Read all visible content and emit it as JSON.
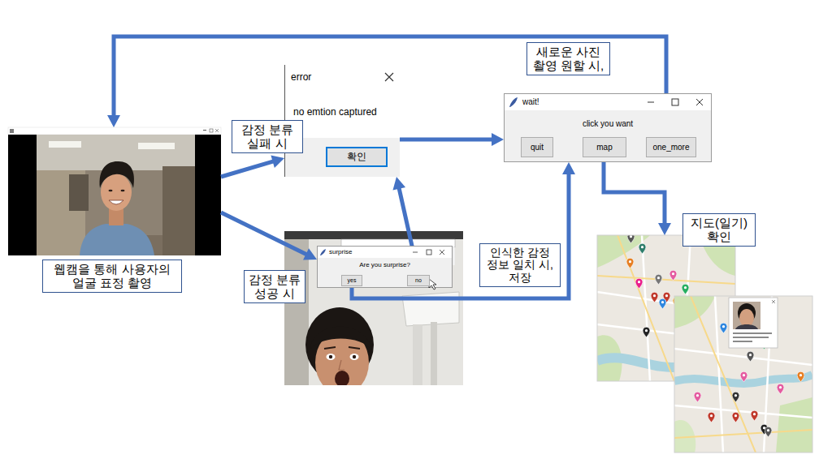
{
  "diagram": {
    "nodes": [
      {
        "text": [
          "웹캠을 통해 사용자의 얼굴 표정 촬영"
        ]
      },
      {
        "text": [
          "error",
          "no emtion captured"
        ]
      },
      {
        "text": [
          "확인"
        ],
        "in": 1
      },
      {
        "text": [
          "wait!",
          "click you want"
        ]
      },
      {
        "text": [
          "quit"
        ],
        "in": 3
      },
      {
        "text": [
          "map"
        ],
        "in": 3
      },
      {
        "text": [
          "one_more"
        ],
        "in": 3
      },
      {
        "text": [
          "surprise",
          "Are you surprise?"
        ]
      },
      {
        "text": [
          "yes"
        ],
        "in": 7
      },
      {
        "text": [
          "no"
        ],
        "in": 7
      },
      {
        "text": [
          "지도(일기) 확인"
        ]
      }
    ],
    "edges": [
      {
        "from": 0,
        "to": 1,
        "arrow": "to",
        "label": "감정 분류 실패 시"
      },
      {
        "from": 0,
        "to": 7,
        "arrow": "to",
        "label": "감정 분류 성공 시"
      },
      {
        "from": 1,
        "to": 3,
        "arrow": "to"
      },
      {
        "from": 9,
        "to": 1,
        "arrow": "to"
      },
      {
        "from": 8,
        "to": 3,
        "arrow": "to",
        "label": "인식한 감정 정보 일치 시, 저장"
      },
      {
        "from": 6,
        "to": 0,
        "arrow": "to",
        "label": "새로운 사진 촬영 원할 시,"
      },
      {
        "from": 5,
        "to": 10,
        "arrow": "to"
      }
    ]
  }
}
